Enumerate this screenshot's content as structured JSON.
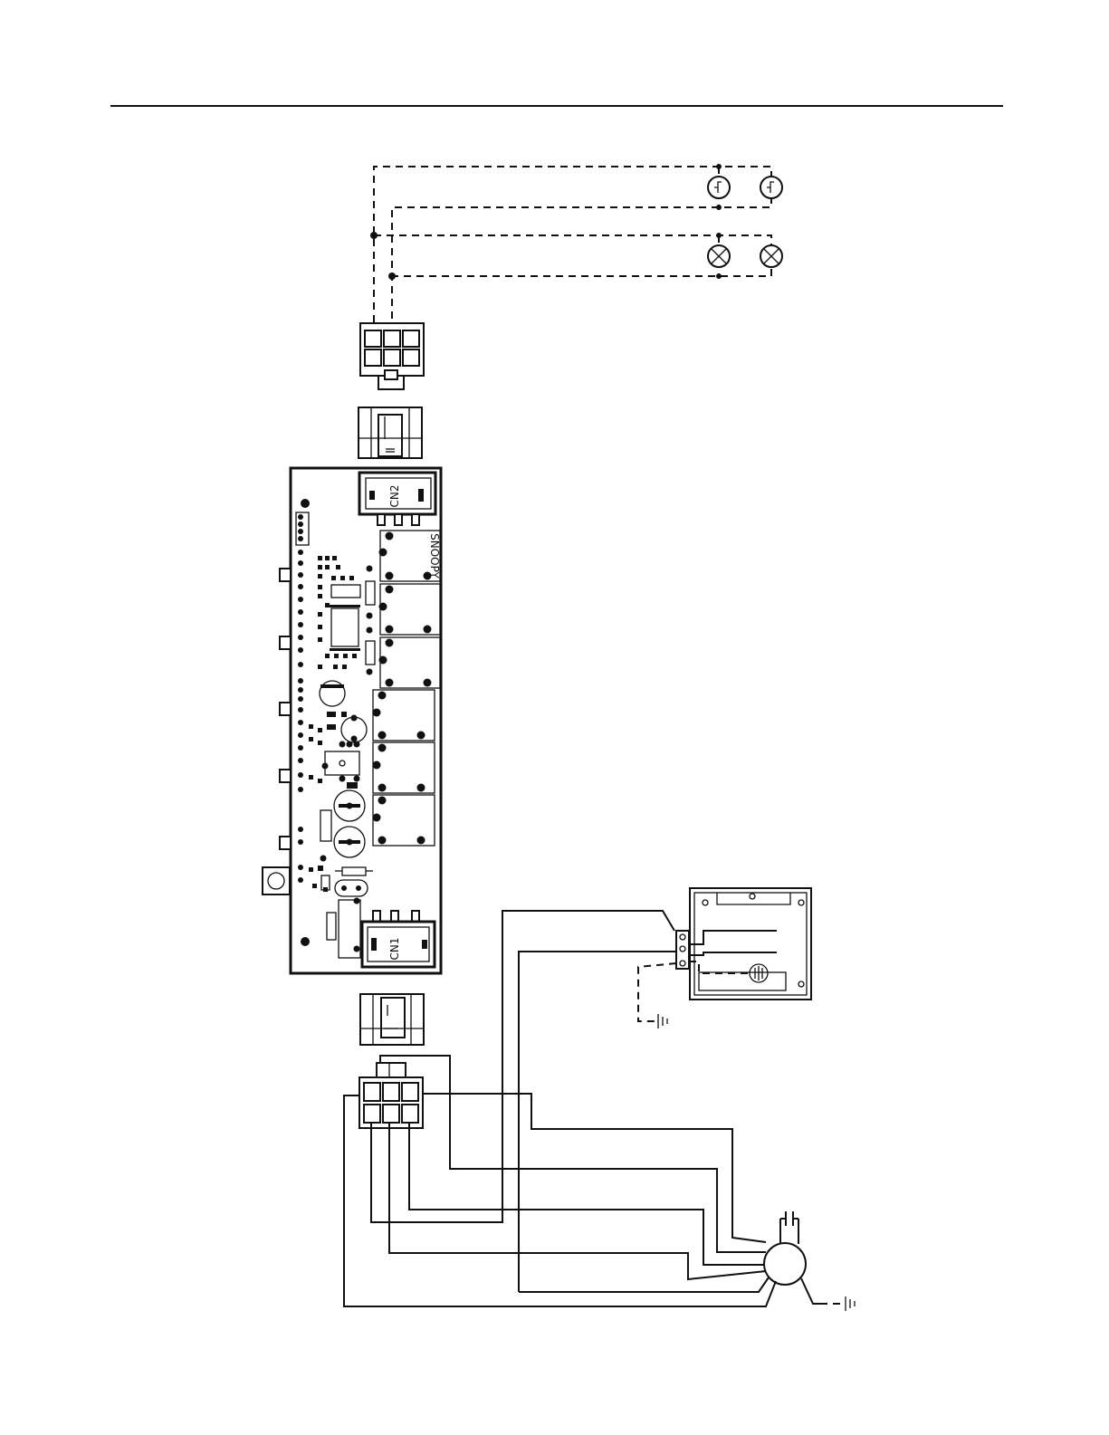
{
  "board": {
    "connector_top": "CN2",
    "connector_bottom": "CN1",
    "name": "SNOOPY"
  },
  "components": {
    "halogen_lamps": 2,
    "incandescent_lamps": 2,
    "motor_wires": 7
  }
}
